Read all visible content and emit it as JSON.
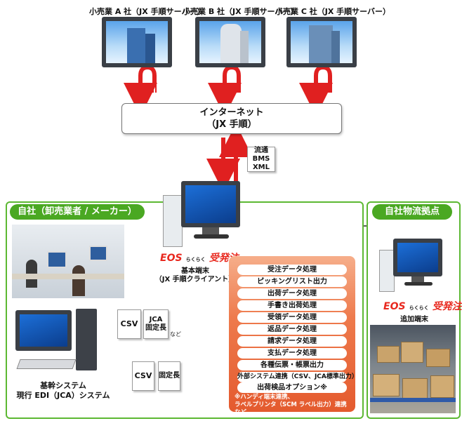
{
  "servers": [
    {
      "label": "小売業 A 社（JX 手順サーバー）"
    },
    {
      "label": "小売業 B 社（JX 手順サーバー）"
    },
    {
      "label": "小売業 C 社（JX 手順サーバー）"
    }
  ],
  "internet": {
    "line1": "インターネット",
    "line2": "（JX 手順）"
  },
  "format_badge": {
    "line1": "流通 BMS",
    "line2": "XML"
  },
  "zone_company": {
    "title": "自社（卸売業者 / メーカー）"
  },
  "zone_logistics": {
    "title": "自社物流拠点"
  },
  "main_terminal": {
    "brand": "EOS",
    "brand_kana": "らくらく",
    "brand_product": "受発注",
    "line1": "基本端末",
    "line2": "（JX 手順クライアント）"
  },
  "extra_terminal": {
    "brand": "EOS",
    "brand_kana": "らくらく",
    "brand_product": "受発注",
    "line1": "追加端末"
  },
  "processes": [
    "受注データ処理",
    "ピッキングリスト出力",
    "出荷データ処理",
    "手書き出荷処理",
    "受領データ処理",
    "返品データ処理",
    "請求データ処理",
    "支払データ処理",
    "各種伝票・帳票出力",
    "外部システム連携（CSV、JCA標準出力）",
    "出荷検品オプション※"
  ],
  "panel_note": {
    "line1": "※ハンディ端末連携、",
    "line2": "ラベルプリンタ（SCM ラベル出力）連携 など"
  },
  "doc_top": {
    "csv": "CSV",
    "jca1": "JCA",
    "jca2": "固定長",
    "etc": "など"
  },
  "doc_bottom": {
    "csv": "CSV",
    "fixed": "固定長"
  },
  "core_system": {
    "line1": "基幹システム",
    "line2": "現行 EDI（JCA）システム"
  },
  "colors": {
    "red_arrow": "#e02020",
    "green_arrow": "#44b034",
    "zone_green": "#4aa822",
    "panel_orange": "#ea6a3a"
  }
}
